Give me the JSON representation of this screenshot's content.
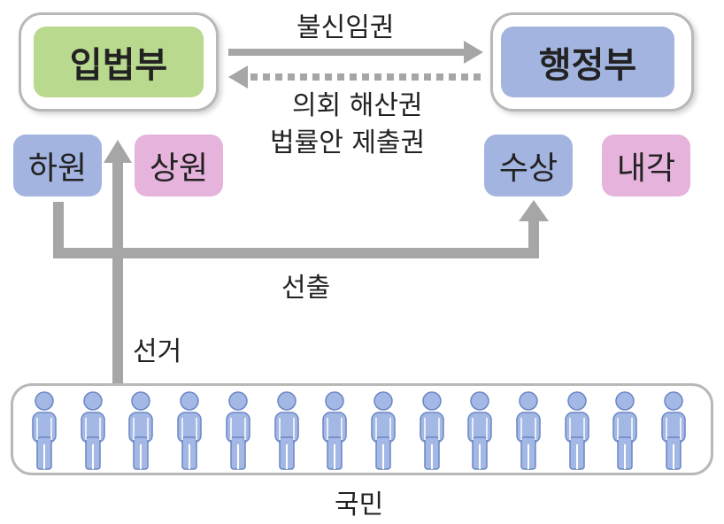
{
  "legislature": {
    "label": "입법부",
    "color": "#b9d98e"
  },
  "executive": {
    "label": "행정부",
    "color": "#a3b4e0"
  },
  "lower_house": {
    "label": "하원",
    "color": "#a3b4e0"
  },
  "upper_house": {
    "label": "상원",
    "color": "#e6b3dc"
  },
  "prime_minister": {
    "label": "수상",
    "color": "#a3b4e0"
  },
  "cabinet": {
    "label": "내각",
    "color": "#e6b3dc"
  },
  "arrows": {
    "no_confidence": "불신임권",
    "dissolution": "의회 해산권",
    "bill_submission": "법률안 제출권",
    "selection": "선출",
    "election": "선거"
  },
  "people": {
    "label": "국민",
    "count": 14,
    "color": "#a3b8e4"
  }
}
